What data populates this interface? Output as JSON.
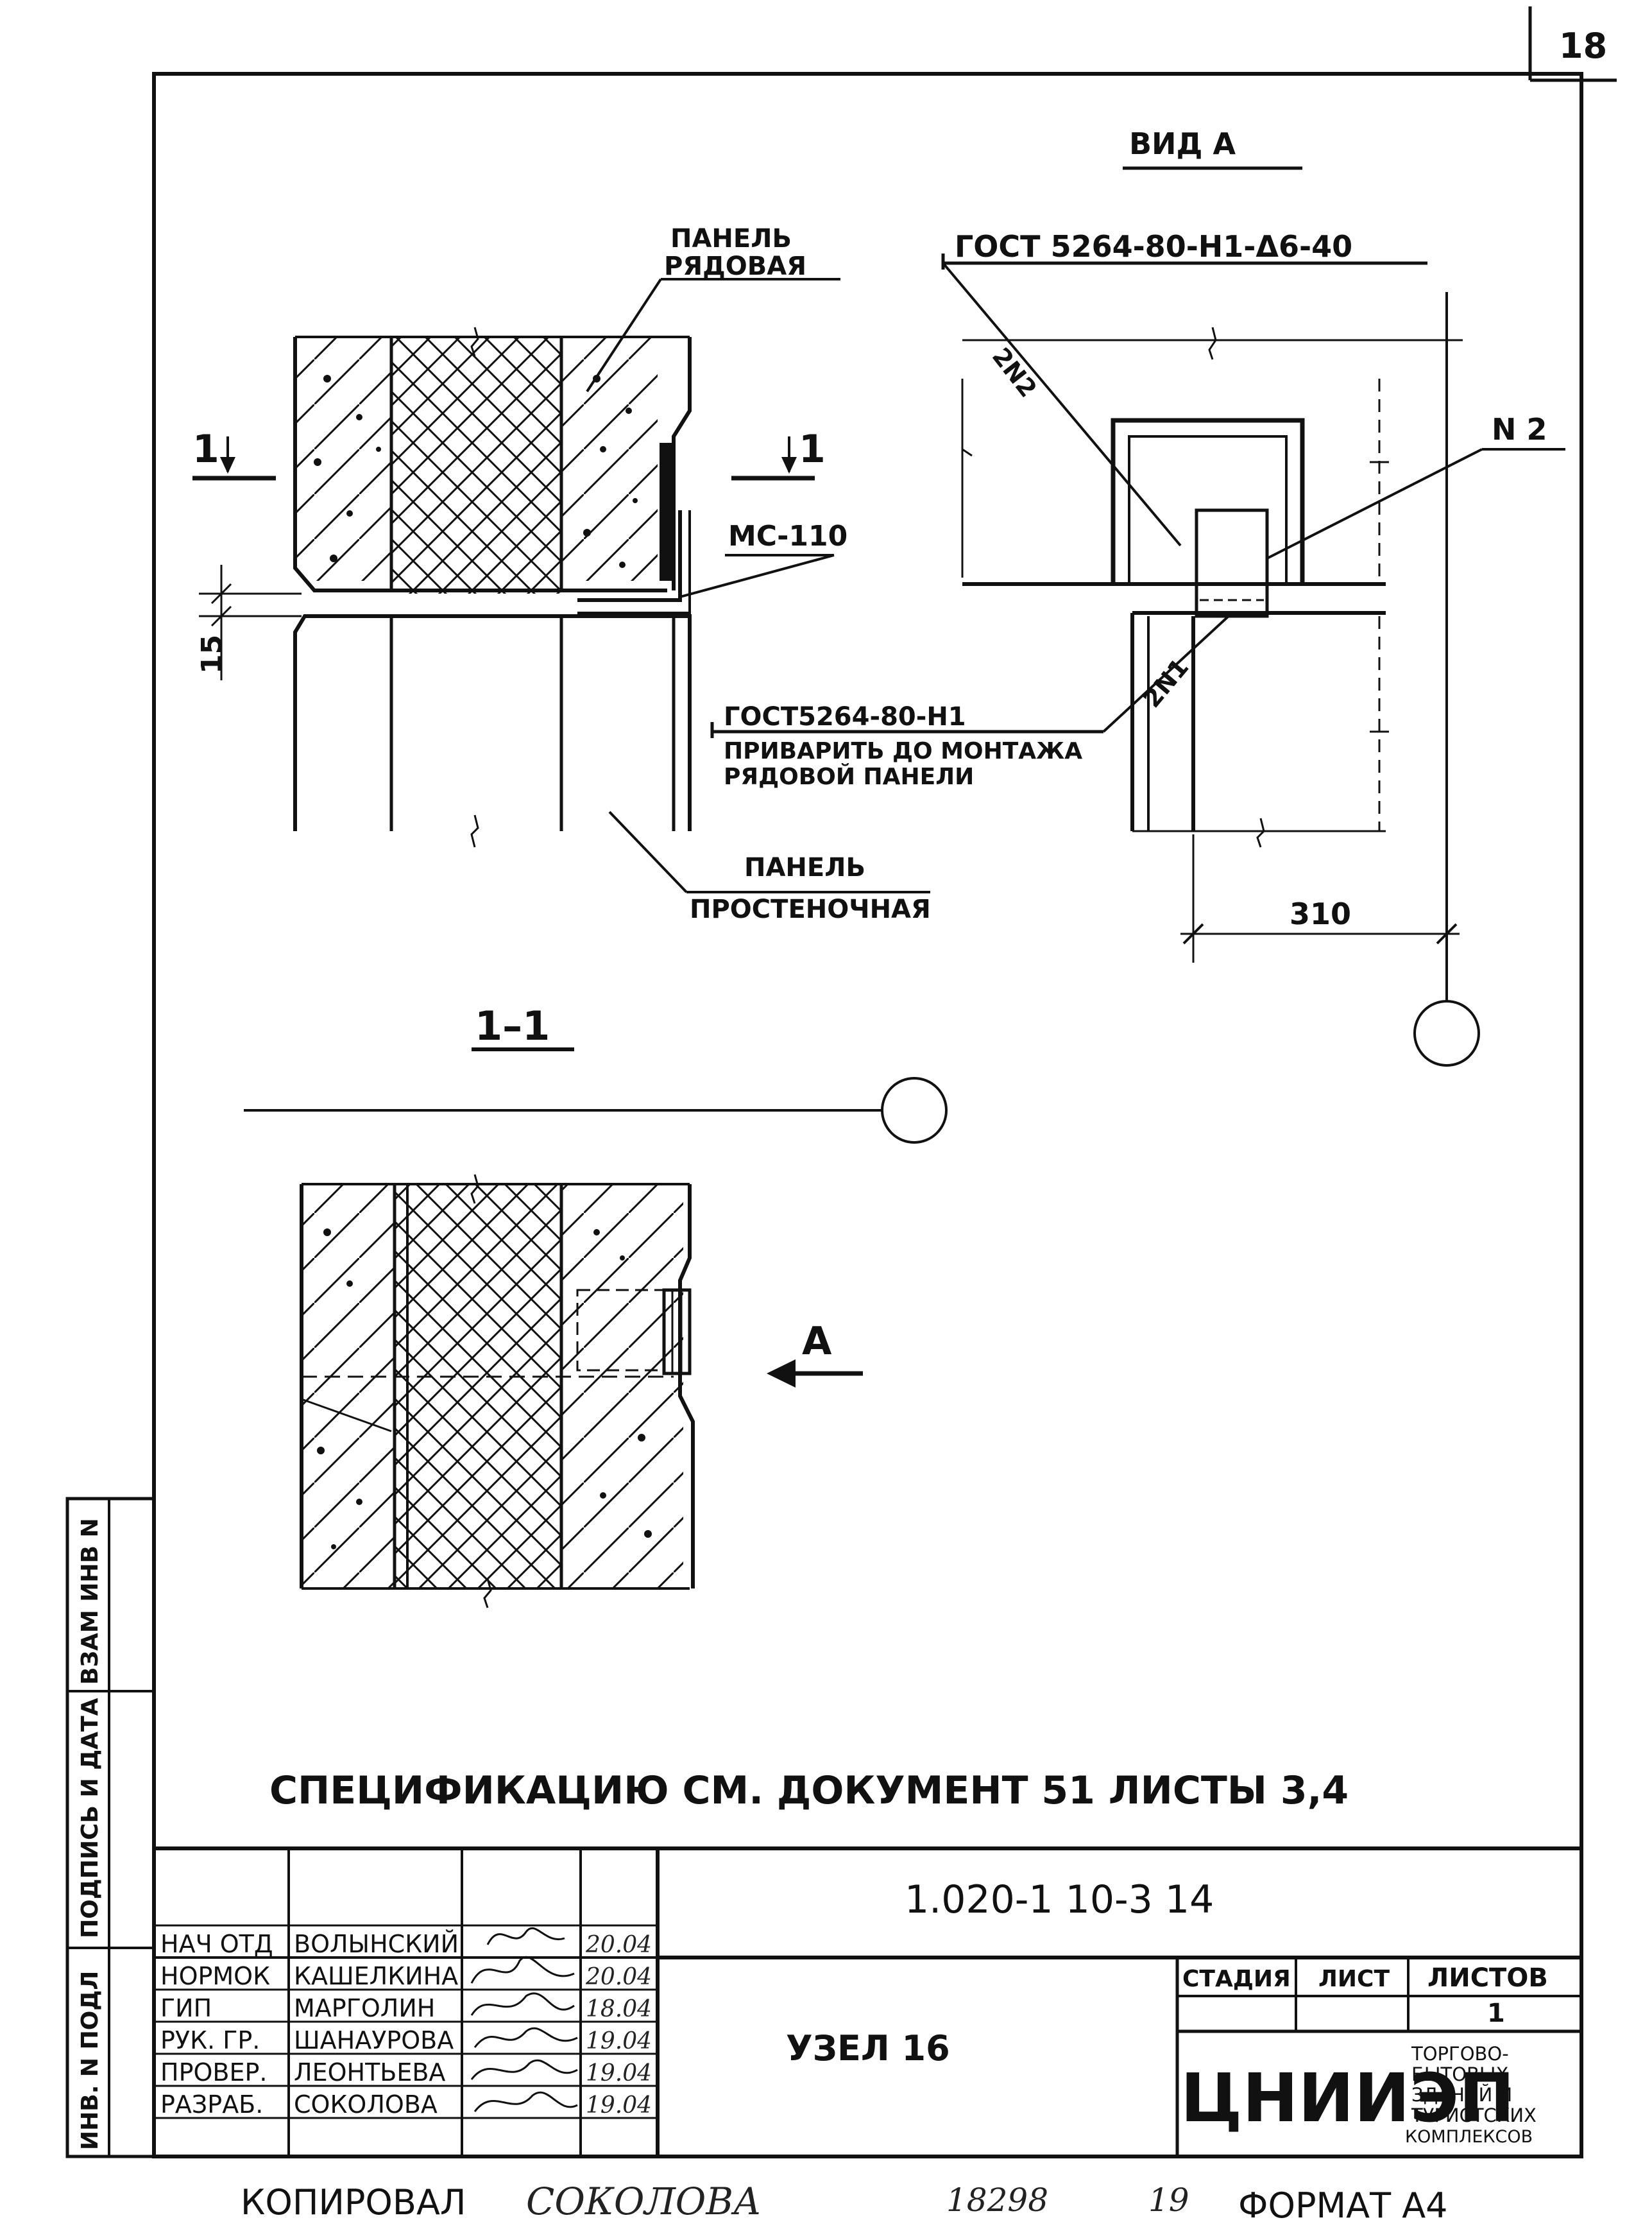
{
  "page_number": "18",
  "view_a_title": "ВИД А",
  "section_title": "1–1",
  "labels": {
    "panel_row_1": "ПАНЕЛЬ",
    "panel_row_2": "РЯДОВАЯ",
    "panel_pier_1": "ПАНЕЛЬ",
    "panel_pier_2": "ПРОСТЕНОЧНАЯ",
    "mc110": "МС-110",
    "gap": "15",
    "cut_left": "1",
    "cut_right": "1",
    "gost_top": "ГОСТ 5264-80-Н1-Δ6-40",
    "gost_bottom": "ГОСТ5264-80-Н1",
    "weld_note_1": "ПРИВАРИТЬ ДО МОНТАЖА",
    "weld_note_2": "РЯДОВОЙ ПАНЕЛИ",
    "n2": "N 2",
    "weld_2n2": "2N2",
    "weld_2n1": "2N1",
    "dim_310": "310",
    "arrow_a": "А"
  },
  "spec_note": "СПЕЦИФИКАЦИЮ СМ. ДОКУМЕНТ 51 ЛИСТЫ 3,4",
  "side_stamp": {
    "inv": "ИНВ. N ПОДЛ",
    "sign": "ПОДПИСЬ И ДАТА",
    "vzam": "ВЗАМ ИНВ N"
  },
  "title_block": {
    "doc_code": "1.020-1 10-3 14",
    "drawing_name": "УЗЕЛ 16",
    "stage_header": "СТАДИЯ",
    "sheet_header": "ЛИСТ",
    "sheets_header": "ЛИСТОВ",
    "sheets_value": "1",
    "org": "ЦНИИЭП",
    "org_desc": [
      "ТОРГОВО-",
      "БЫТОВЫХ",
      "ЗДАНИЙ И",
      "ТУРИСТСКИХ",
      "КОМПЛЕКСОВ"
    ],
    "rows": [
      {
        "role": "НАЧ ОТД",
        "name": "ВОЛЫНСКИЙ",
        "date": "20.04"
      },
      {
        "role": "НОРМОК",
        "name": "КАШЕЛКИНА",
        "date": "20.04"
      },
      {
        "role": "ГИП",
        "name": "МАРГОЛИН",
        "date": "18.04"
      },
      {
        "role": "РУК. ГР.",
        "name": "ШАНАУРОВА",
        "date": "19.04"
      },
      {
        "role": "ПРОВЕР.",
        "name": "ЛЕОНТЬЕВА",
        "date": "19.04"
      },
      {
        "role": "РАЗРАБ.",
        "name": "СОКОЛОВА",
        "date": "19.04"
      }
    ]
  },
  "footer": {
    "copied": "КОПИРОВАЛ",
    "copier": "СОКОЛОВА",
    "order": "18298",
    "num": "19",
    "format": "ФОРМАТ А4"
  }
}
